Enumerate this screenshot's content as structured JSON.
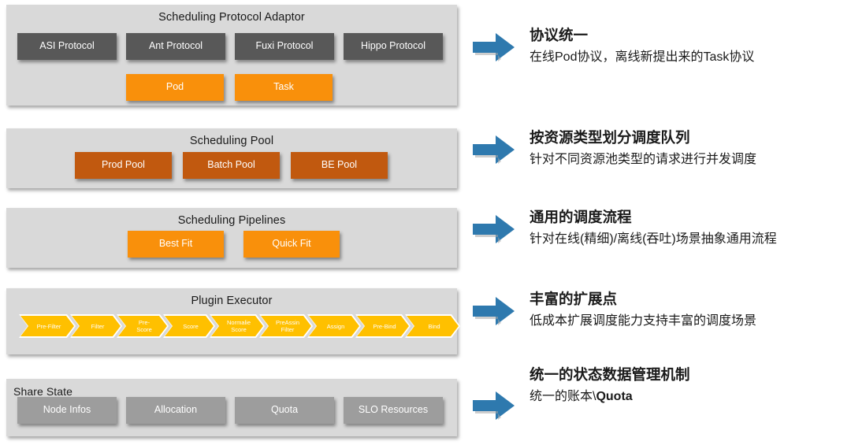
{
  "colors": {
    "panel_bg": "#d9d9d9",
    "dark_box": "#585858",
    "orange_box": "#f9900b",
    "rust_box": "#c1590f",
    "gray_box": "#9d9d9d",
    "chevron": "#ffc000",
    "arrow_blue": "#2e79ae",
    "text_dark": "#1a1a1a",
    "box_text": "#ffffff"
  },
  "diagram": {
    "panels": [
      {
        "id": "scheduling-protocol-adaptor",
        "title": "Scheduling Protocol Adaptor",
        "title_align": "center",
        "rows": [
          {
            "style": "dark",
            "items": [
              {
                "label": "ASI Protocol"
              },
              {
                "label": "Ant Protocol"
              },
              {
                "label": "Fuxi Protocol"
              },
              {
                "label": "Hippo Protocol"
              }
            ]
          },
          {
            "style": "orange",
            "items": [
              {
                "label": "Pod"
              },
              {
                "label": "Task"
              }
            ]
          }
        ]
      },
      {
        "id": "scheduling-pool",
        "title": "Scheduling Pool",
        "title_align": "center",
        "rows": [
          {
            "style": "rust",
            "items": [
              {
                "label": "Prod Pool"
              },
              {
                "label": "Batch Pool"
              },
              {
                "label": "BE Pool"
              }
            ]
          }
        ]
      },
      {
        "id": "scheduling-pipelines",
        "title": "Scheduling Pipelines",
        "title_align": "center",
        "rows": [
          {
            "style": "orange",
            "items": [
              {
                "label": "Best Fit"
              },
              {
                "label": "Quick Fit"
              }
            ]
          }
        ]
      },
      {
        "id": "plugin-executor",
        "title": "Plugin Executor",
        "title_align": "center",
        "chevrons": [
          {
            "label": "Pre-Filter"
          },
          {
            "label": "Filter"
          },
          {
            "label": "Pre-\nScore"
          },
          {
            "label": "Score"
          },
          {
            "label": "Normalie\nScore"
          },
          {
            "label": "PreAssin\nFilter"
          },
          {
            "label": "Assign"
          },
          {
            "label": "Pre-Bind"
          },
          {
            "label": "Bind"
          }
        ]
      },
      {
        "id": "share-state",
        "title": "Share State",
        "title_align": "left",
        "rows": [
          {
            "style": "gray",
            "items": [
              {
                "label": "Node Infos"
              },
              {
                "label": "Allocation"
              },
              {
                "label": "Quota"
              },
              {
                "label": "SLO Resources"
              }
            ]
          }
        ]
      }
    ],
    "annotations": [
      {
        "id": "annotation-protocol-unify",
        "icon": "right-arrow-icon",
        "heading": "协议统一",
        "subtext": "在线Pod协议，离线新提出来的Task协议",
        "subtext_bold": ""
      },
      {
        "id": "annotation-resource-queue",
        "icon": "right-arrow-icon",
        "heading": "按资源类型划分调度队列",
        "subtext": "针对不同资源池类型的请求进行并发调度",
        "subtext_bold": ""
      },
      {
        "id": "annotation-general-pipeline",
        "icon": "right-arrow-icon",
        "heading": "通用的调度流程",
        "subtext": "针对在线(精细)/离线(吞吐)场景抽象通用流程",
        "subtext_bold": ""
      },
      {
        "id": "annotation-extension-points",
        "icon": "right-arrow-icon",
        "heading": "丰富的扩展点",
        "subtext": "低成本扩展调度能力支持丰富的调度场景",
        "subtext_bold": ""
      },
      {
        "id": "annotation-state-management",
        "icon": "right-arrow-icon",
        "heading": "统一的状态数据管理机制",
        "subtext": "统一的账本\\",
        "subtext_bold": "Quota"
      }
    ]
  }
}
